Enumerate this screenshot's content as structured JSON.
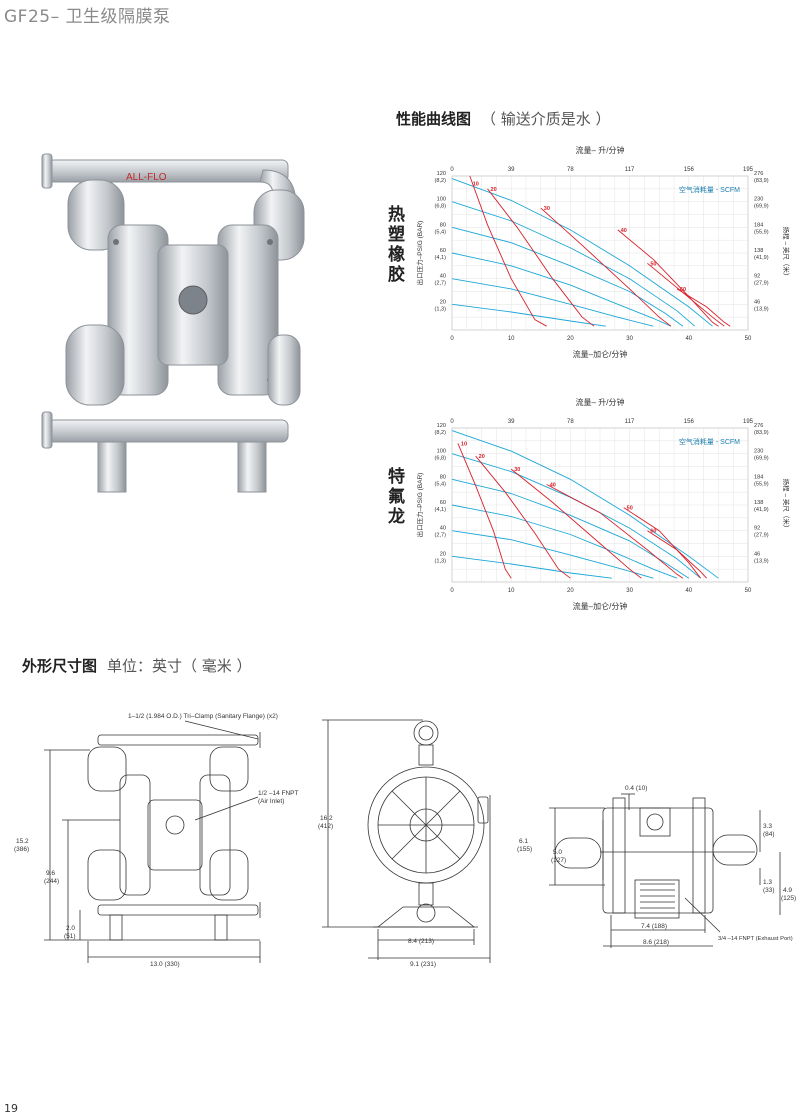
{
  "page": {
    "title": "GF25– 卫生级隔膜泵",
    "page_number": "19"
  },
  "brand": {
    "logo_text": "ALL-FLO"
  },
  "performance": {
    "heading": "性能曲线图",
    "subheading": "（ 输送介质是水 ）"
  },
  "dimensions": {
    "heading": "外形尺寸图",
    "subheading": "单位：英寸（ 毫米 ）"
  },
  "chart_data": [
    {
      "type": "line",
      "material": "热塑橡胶",
      "top_axis_label": "流量– 升/分钟",
      "top_ticks": [
        "0",
        "39",
        "78",
        "117",
        "156",
        "195"
      ],
      "xlabel": "流量–加仑/分钟",
      "x_ticks": [
        "0",
        "10",
        "20",
        "30",
        "40",
        "50"
      ],
      "xlim": [
        0,
        50
      ],
      "ylabel": "出口压力–PSIG (BAR)",
      "y_ticks": [
        {
          "v": 120,
          "a": "120",
          "b": "(8,2)"
        },
        {
          "v": 100,
          "a": "100",
          "b": "(6,8)"
        },
        {
          "v": 80,
          "a": "80",
          "b": "(5,4)"
        },
        {
          "v": 60,
          "a": "60",
          "b": "(4,1)"
        },
        {
          "v": 40,
          "a": "40",
          "b": "(2,7)"
        },
        {
          "v": 20,
          "a": "20",
          "b": "(1,3)"
        }
      ],
      "ylim": [
        0,
        120
      ],
      "right_label": "扬程 – 英尺（米）",
      "right_ticks": [
        {
          "v": 120,
          "a": "276",
          "b": "(83,9)"
        },
        {
          "v": 100,
          "a": "230",
          "b": "(69,9)"
        },
        {
          "v": 80,
          "a": "184",
          "b": "(55,9)"
        },
        {
          "v": 60,
          "a": "138",
          "b": "(41,9)"
        },
        {
          "v": 40,
          "a": "92",
          "b": "(27,9)"
        },
        {
          "v": 20,
          "a": "46",
          "b": "(13,9)"
        }
      ],
      "legend_text": "空气消耗量 - SCFM",
      "grid": true,
      "air_pressure_series": [
        {
          "points": [
            [
              0,
              118
            ],
            [
              10,
              101
            ],
            [
              20,
              78
            ],
            [
              30,
              50
            ],
            [
              40,
              18
            ],
            [
              44,
              3
            ]
          ]
        },
        {
          "points": [
            [
              0,
              100
            ],
            [
              10,
              85
            ],
            [
              20,
              64
            ],
            [
              30,
              40
            ],
            [
              38,
              15
            ],
            [
              41,
              3
            ]
          ]
        },
        {
          "points": [
            [
              0,
              80
            ],
            [
              10,
              68
            ],
            [
              20,
              50
            ],
            [
              30,
              30
            ],
            [
              36,
              13
            ],
            [
              39,
              3
            ]
          ]
        },
        {
          "points": [
            [
              0,
              60
            ],
            [
              10,
              50
            ],
            [
              20,
              35
            ],
            [
              28,
              20
            ],
            [
              34,
              9
            ],
            [
              37,
              3
            ]
          ]
        },
        {
          "points": [
            [
              0,
              40
            ],
            [
              10,
              32
            ],
            [
              20,
              20
            ],
            [
              28,
              10
            ],
            [
              34,
              3
            ]
          ]
        },
        {
          "points": [
            [
              0,
              20
            ],
            [
              10,
              14
            ],
            [
              20,
              7
            ],
            [
              26,
              3
            ]
          ]
        }
      ],
      "air_consumption_series": [
        {
          "name": "10",
          "points": [
            [
              3,
              124
            ],
            [
              6,
              82
            ],
            [
              10,
              40
            ],
            [
              14,
              8
            ],
            [
              16,
              3
            ]
          ]
        },
        {
          "name": "20",
          "points": [
            [
              6,
              110
            ],
            [
              11,
              80
            ],
            [
              17,
              40
            ],
            [
              22,
              10
            ],
            [
              24,
              3
            ]
          ]
        },
        {
          "name": "30",
          "points": [
            [
              15,
              95
            ],
            [
              22,
              66
            ],
            [
              30,
              32
            ],
            [
              35,
              10
            ],
            [
              37,
              3
            ]
          ]
        },
        {
          "name": "40",
          "points": [
            [
              28,
              78
            ],
            [
              34,
              55
            ],
            [
              40,
              26
            ],
            [
              44,
              6
            ],
            [
              45,
              3
            ]
          ]
        },
        {
          "name": "50",
          "points": [
            [
              33,
              52
            ],
            [
              38,
              33
            ],
            [
              44,
              10
            ],
            [
              46,
              3
            ]
          ]
        },
        {
          "name": "60",
          "points": [
            [
              38,
              32
            ],
            [
              43,
              18
            ],
            [
              46,
              6
            ],
            [
              47,
              3
            ]
          ]
        }
      ]
    },
    {
      "type": "line",
      "material": "特氟龙",
      "top_axis_label": "流量– 升/分钟",
      "top_ticks": [
        "0",
        "39",
        "78",
        "117",
        "156",
        "195"
      ],
      "xlabel": "流量–加仑/分钟",
      "x_ticks": [
        "0",
        "10",
        "20",
        "30",
        "40",
        "50"
      ],
      "xlim": [
        0,
        50
      ],
      "ylabel": "出口压力–PSIG (BAR)",
      "y_ticks": [
        {
          "v": 120,
          "a": "120",
          "b": "(8,2)"
        },
        {
          "v": 100,
          "a": "100",
          "b": "(6,8)"
        },
        {
          "v": 80,
          "a": "80",
          "b": "(5,4)"
        },
        {
          "v": 60,
          "a": "60",
          "b": "(4,1)"
        },
        {
          "v": 40,
          "a": "40",
          "b": "(2,7)"
        },
        {
          "v": 20,
          "a": "20",
          "b": "(1,3)"
        }
      ],
      "ylim": [
        0,
        120
      ],
      "right_label": "扬程 – 英尺（米）",
      "right_ticks": [
        {
          "v": 120,
          "a": "276",
          "b": "(83,9)"
        },
        {
          "v": 100,
          "a": "230",
          "b": "(69,9)"
        },
        {
          "v": 80,
          "a": "184",
          "b": "(55,9)"
        },
        {
          "v": 60,
          "a": "138",
          "b": "(41,9)"
        },
        {
          "v": 40,
          "a": "92",
          "b": "(27,9)"
        },
        {
          "v": 20,
          "a": "46",
          "b": "(13,9)"
        }
      ],
      "legend_text": "空气消耗量 - SCFM",
      "grid": true,
      "air_pressure_series": [
        {
          "points": [
            [
              0,
              118
            ],
            [
              10,
              102
            ],
            [
              20,
              80
            ],
            [
              30,
              52
            ],
            [
              40,
              20
            ],
            [
              45,
              3
            ]
          ]
        },
        {
          "points": [
            [
              0,
              100
            ],
            [
              10,
              86
            ],
            [
              20,
              66
            ],
            [
              30,
              42
            ],
            [
              38,
              18
            ],
            [
              42,
              3
            ]
          ]
        },
        {
          "points": [
            [
              0,
              80
            ],
            [
              10,
              69
            ],
            [
              20,
              52
            ],
            [
              30,
              32
            ],
            [
              36,
              15
            ],
            [
              40,
              3
            ]
          ]
        },
        {
          "points": [
            [
              0,
              60
            ],
            [
              10,
              51
            ],
            [
              20,
              37
            ],
            [
              28,
              22
            ],
            [
              34,
              10
            ],
            [
              38,
              3
            ]
          ]
        },
        {
          "points": [
            [
              0,
              40
            ],
            [
              10,
              33
            ],
            [
              20,
              21
            ],
            [
              28,
              11
            ],
            [
              34,
              3
            ]
          ]
        },
        {
          "points": [
            [
              0,
              20
            ],
            [
              10,
              14
            ],
            [
              20,
              7
            ],
            [
              27,
              3
            ]
          ]
        }
      ],
      "air_consumption_series": [
        {
          "name": "10",
          "points": [
            [
              1,
              108
            ],
            [
              4,
              75
            ],
            [
              7,
              40
            ],
            [
              9,
              10
            ],
            [
              10,
              3
            ]
          ]
        },
        {
          "name": "20",
          "points": [
            [
              4,
              98
            ],
            [
              9,
              70
            ],
            [
              14,
              38
            ],
            [
              18,
              10
            ],
            [
              20,
              3
            ]
          ]
        },
        {
          "name": "30",
          "points": [
            [
              10,
              88
            ],
            [
              17,
              62
            ],
            [
              25,
              30
            ],
            [
              30,
              10
            ],
            [
              32,
              3
            ]
          ]
        },
        {
          "name": "40",
          "points": [
            [
              16,
              76
            ],
            [
              25,
              54
            ],
            [
              33,
              25
            ],
            [
              38,
              6
            ],
            [
              39,
              3
            ]
          ]
        },
        {
          "name": "50",
          "points": [
            [
              29,
              58
            ],
            [
              35,
              40
            ],
            [
              40,
              15
            ],
            [
              42,
              3
            ]
          ]
        },
        {
          "name": "60",
          "points": [
            [
              33,
              40
            ],
            [
              38,
              25
            ],
            [
              42,
              8
            ],
            [
              43,
              3
            ]
          ]
        }
      ]
    }
  ],
  "drawing_front": {
    "callout_clamp": "1–1/2  (1.984  O.D.) Tri–Clamp (Sanitary Flange) (x2)",
    "callout_inlet_1": "1/2 –14 FNPT",
    "callout_inlet_2": "(Air Inlet)",
    "dim_height_a": "15.2",
    "dim_height_b": "(386)",
    "dim_mid_a": "9.6",
    "dim_mid_b": "(244)",
    "dim_base_a": "2.0",
    "dim_base_b": "(51)",
    "dim_width": "13.0  (330)"
  },
  "drawing_side": {
    "dim_height_a": "16.2",
    "dim_height_b": "(412)",
    "dim_foot": "8.4 (213)",
    "dim_overall": "9.1 (231)"
  },
  "drawing_top": {
    "dim_offset": "0.4  (10)",
    "dim_right_a": "3.3",
    "dim_right_b": "(84)",
    "dim_depth_a": "6.1",
    "dim_depth_b": "(155)",
    "dim_inner_a": "5.0",
    "dim_inner_b": "(127)",
    "dim_small_a": "1.3",
    "dim_small_b": "(33)",
    "dim_far_a": "4.9",
    "dim_far_b": "(125)",
    "dim_width_inner": "7.4 (188)",
    "dim_width_outer": "8.6 (218)",
    "callout_exhaust": "3/4 –14 FNPT (Exhaust Port)"
  },
  "colors": {
    "air_pressure_curve": "#1ca7d8",
    "air_consumption_curve": "#d8202a",
    "metal_light": "#e9ebee",
    "metal_dark": "#8d9399",
    "drawing_line": "#333333"
  }
}
